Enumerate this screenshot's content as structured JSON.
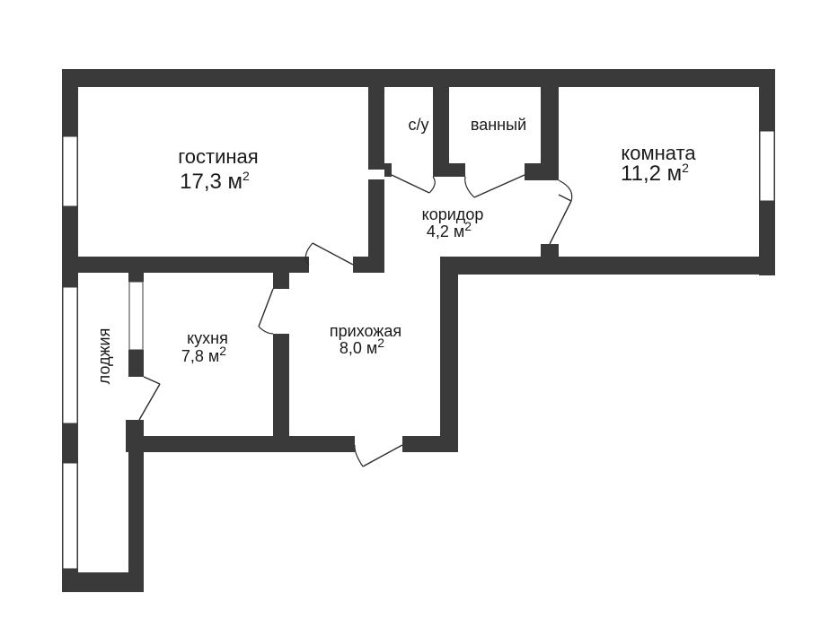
{
  "rooms": {
    "living": {
      "name": "гостиная",
      "area": "17,3 м",
      "sup": "2"
    },
    "room": {
      "name": "комната",
      "area": "11,2 м",
      "sup": "2"
    },
    "wc": {
      "name": "с/у"
    },
    "bath": {
      "name": "ванный"
    },
    "corridor": {
      "name": "коридор",
      "area": "4,2 м",
      "sup": "2"
    },
    "kitchen": {
      "name": "кухня",
      "area": "7,8 м",
      "sup": "2"
    },
    "hall": {
      "name": "прихожая",
      "area": "8,0 м",
      "sup": "2"
    },
    "loggia": {
      "name": "лоджия"
    }
  },
  "colors": {
    "wall": "#3a3a3a",
    "background": "#ffffff"
  }
}
